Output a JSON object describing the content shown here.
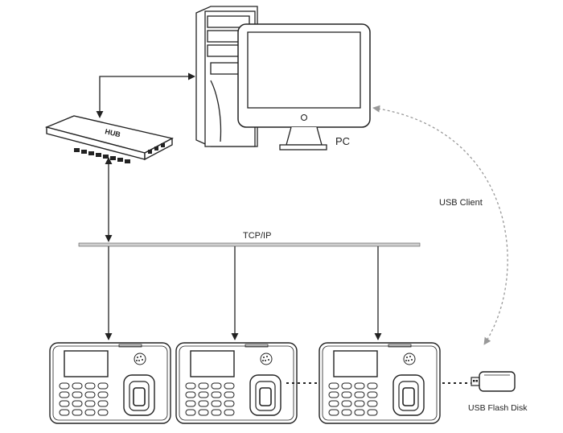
{
  "labels": {
    "pc": "PC",
    "hub": "HUB",
    "tcpip": "TCP/IP",
    "usb_client": "USB Client",
    "usb_flash_disk": "USB Flash Disk"
  },
  "terminals": [
    {
      "id": "terminal-1"
    },
    {
      "id": "terminal-2"
    },
    {
      "id": "terminal-3"
    }
  ],
  "colors": {
    "stroke": "#222222",
    "dashed_link": "#999999",
    "bus": "#cfcfcf"
  }
}
